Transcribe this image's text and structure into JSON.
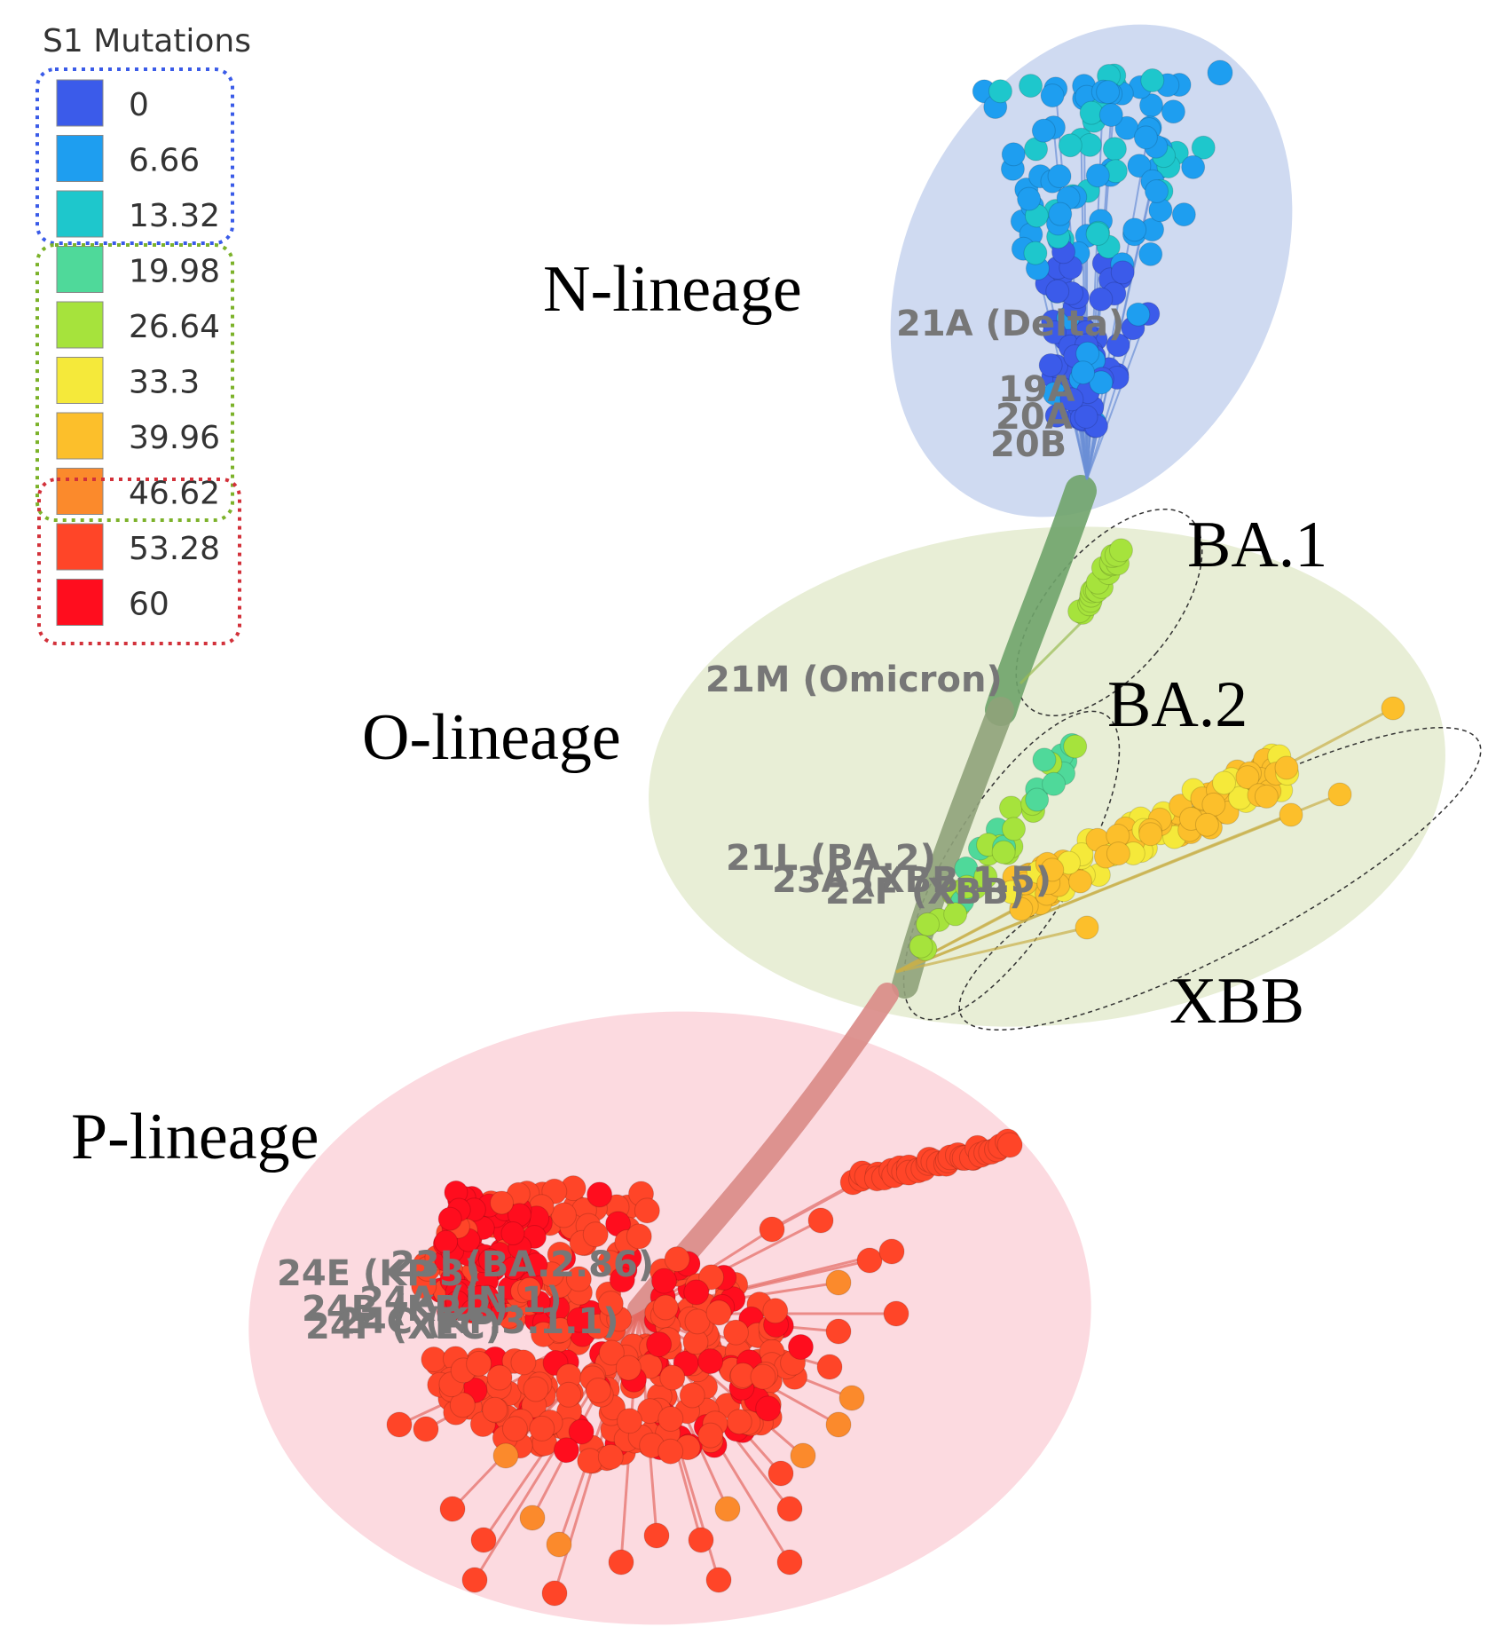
{
  "legend": {
    "title": "S1 Mutations",
    "items": [
      {
        "value": "0",
        "color": "#3b5bea"
      },
      {
        "value": "6.66",
        "color": "#1e9ef0"
      },
      {
        "value": "13.32",
        "color": "#1ec7cc"
      },
      {
        "value": "19.98",
        "color": "#4fd99a"
      },
      {
        "value": "26.64",
        "color": "#a6e33c"
      },
      {
        "value": "33.3",
        "color": "#f5e93a"
      },
      {
        "value": "39.96",
        "color": "#fcbf2b"
      },
      {
        "value": "46.62",
        "color": "#fb8a2c"
      },
      {
        "value": "53.28",
        "color": "#ff4528"
      },
      {
        "value": "60",
        "color": "#ff0d1e"
      }
    ],
    "group_colors": {
      "blue": "#3a5be8",
      "green": "#7cb22a",
      "red": "#d2313a"
    }
  },
  "lineages": {
    "n": {
      "label": "N-lineage",
      "fill": "#c7d3ee"
    },
    "o": {
      "label": "O-lineage",
      "fill": "#e4ebcf"
    },
    "p": {
      "label": "P-lineage",
      "fill": "#fbd4db"
    }
  },
  "subclades": {
    "ba1": "BA.1",
    "ba2": "BA.2",
    "xbb": "XBB"
  },
  "clades": {
    "delta": "21A (Delta)",
    "c19a": "19A",
    "c20a": "20A",
    "c20b": "20B",
    "omicron": "21M (Omicron)",
    "ba2": "21L (BA.2)",
    "xbb15": "23A (XBB.1.5)",
    "xbb": "22F (XBB)",
    "kp3": "24E (KP.3)",
    "ba286": "23I (BA.2.86)",
    "jn1": "24A (JN.1)",
    "kp2": "24B (KP.2)",
    "xec": "24F (XEC)",
    "kp31": "24C (KP.3.1.1)"
  }
}
